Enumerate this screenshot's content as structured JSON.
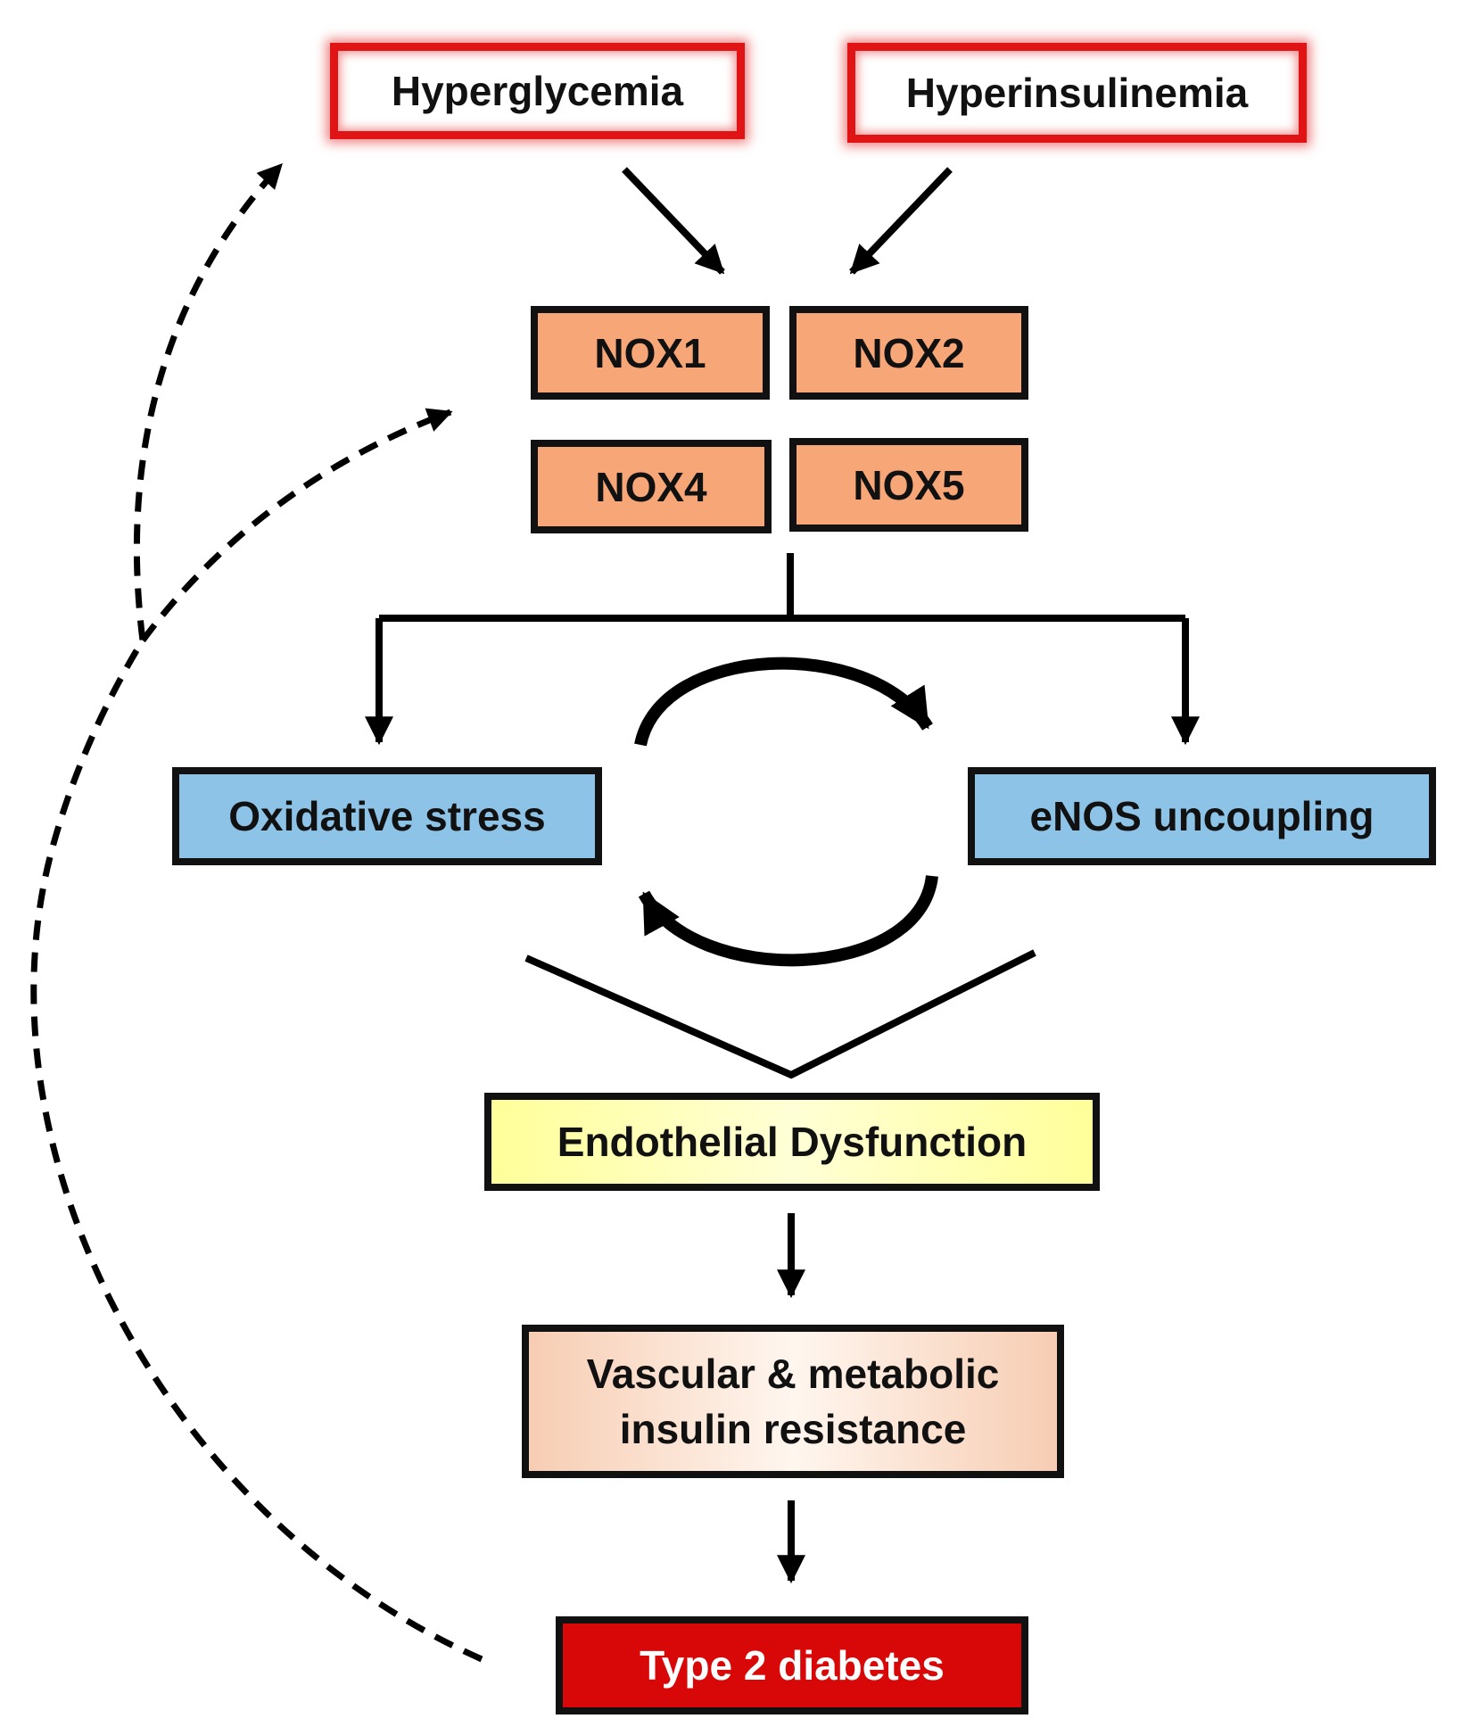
{
  "title": "",
  "nodes": {
    "hyperglycemia": "Hyperglycemia",
    "hyperinsulinemia": "Hyperinsulinemia",
    "nox1": "NOX1",
    "nox2": "NOX2",
    "nox4": "NOX4",
    "nox5": "NOX5",
    "oxidative_stress": "Oxidative stress",
    "enos_uncoupling": "eNOS uncoupling",
    "endothelial_dysfunction": "Endothelial Dysfunction",
    "vascular_line1": "Vascular & metabolic",
    "vascular_line2": "insulin resistance",
    "type2_diabetes": "Type 2 diabetes"
  },
  "colors": {
    "trigger_border": "#e01414",
    "nox_fill": "#f6a677",
    "blue_fill": "#8ec3e8",
    "endothelial_fill": "#ffff9a",
    "vascular_fill": "#f7cdb3",
    "diabetes_fill": "#d80808"
  },
  "edges": [
    {
      "from": "hyperglycemia",
      "to": "nox_group",
      "style": "solid"
    },
    {
      "from": "hyperinsulinemia",
      "to": "nox_group",
      "style": "solid"
    },
    {
      "from": "nox_group",
      "to": "oxidative_stress",
      "style": "solid"
    },
    {
      "from": "nox_group",
      "to": "enos_uncoupling",
      "style": "solid"
    },
    {
      "from": "oxidative_stress",
      "to": "enos_uncoupling",
      "style": "cycle"
    },
    {
      "from": "enos_uncoupling",
      "to": "oxidative_stress",
      "style": "cycle"
    },
    {
      "from": "oxidative_stress",
      "to": "endothelial_dysfunction",
      "style": "solid"
    },
    {
      "from": "enos_uncoupling",
      "to": "endothelial_dysfunction",
      "style": "solid"
    },
    {
      "from": "endothelial_dysfunction",
      "to": "vascular_insulin_resistance",
      "style": "solid"
    },
    {
      "from": "vascular_insulin_resistance",
      "to": "type2_diabetes",
      "style": "solid"
    },
    {
      "from": "type2_diabetes",
      "to": "hyperglycemia",
      "style": "dashed"
    },
    {
      "from": "type2_diabetes",
      "to": "nox_group",
      "style": "dashed"
    }
  ]
}
